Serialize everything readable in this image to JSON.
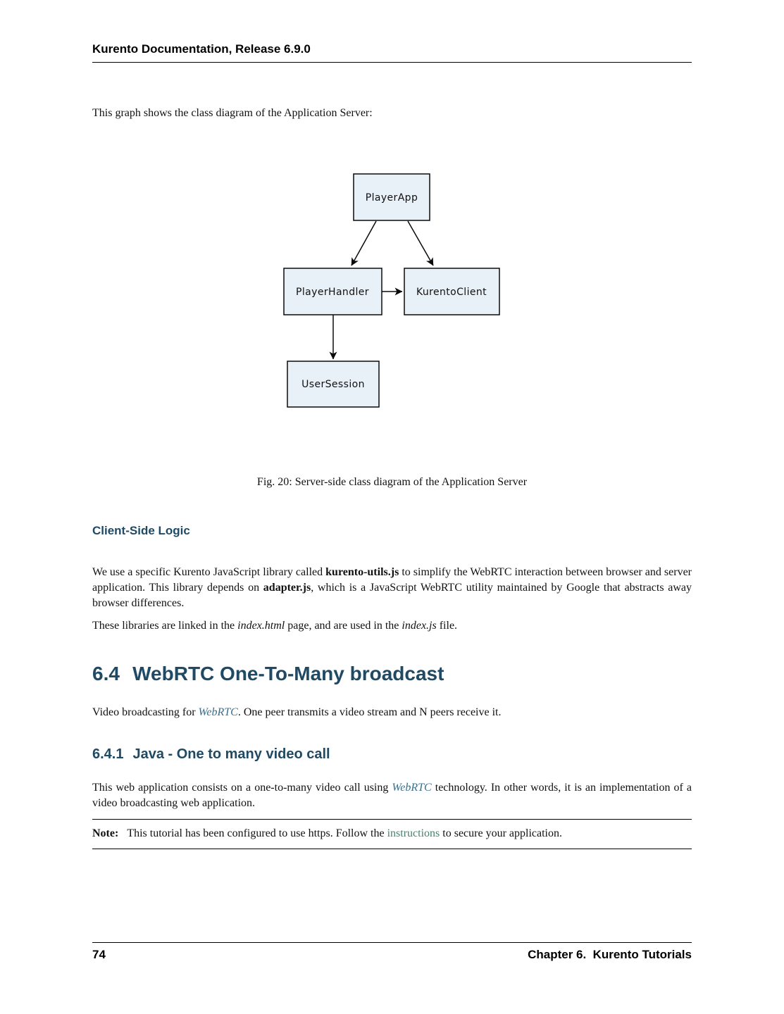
{
  "header": {
    "title": "Kurento Documentation, Release 6.9.0"
  },
  "intro": "This graph shows the class diagram of the Application Server:",
  "diagram": {
    "nodes": {
      "playerapp": "PlayerApp",
      "playerhandler": "PlayerHandler",
      "kurentoclient": "KurentoClient",
      "usersession": "UserSession"
    },
    "edges": [
      "PlayerApp -> PlayerHandler",
      "PlayerApp -> KurentoClient",
      "PlayerHandler -> KurentoClient",
      "PlayerHandler -> UserSession"
    ],
    "box_fill": "#e8f0f8",
    "box_border": "#0a0a0a"
  },
  "caption": "Fig. 20: Server-side class diagram of the Application Server",
  "rubric": "Client-Side Logic",
  "para_libraries": {
    "part1": "We use a specific Kurento JavaScript library called ",
    "bold1": "kurento-utils.js",
    "part2": " to simplify the WebRTC interaction between browser and server application. This library depends on ",
    "bold2": "adapter.js",
    "part3": ", which is a JavaScript WebRTC utility maintained by Google that abstracts away browser differences."
  },
  "para_linked": {
    "part1": "These libraries are linked in the ",
    "italic1": "index.html",
    "part2": " page, and are used in the ",
    "italic2": "index.js",
    "part3": " file."
  },
  "section": {
    "number": "6.4",
    "title": "WebRTC One-To-Many broadcast"
  },
  "para_broadcast": {
    "pre": "Video broadcasting for ",
    "link": "WebRTC",
    "post": ". One peer transmits a video stream and N peers receive it."
  },
  "subsection": {
    "number": "6.4.1",
    "title": "Java - One to many video call"
  },
  "para_app": {
    "pre": "This web application consists on a one-to-many video call using ",
    "link": "WebRTC",
    "post": " technology. In other words, it is an implementation of a video broadcasting web application."
  },
  "note": {
    "label": "Note:",
    "pre": "This tutorial has been configured to use https. Follow the ",
    "link": "instructions",
    "post": " to secure your application."
  },
  "footer": {
    "page_number": "74",
    "chapter_number": "Chapter 6.",
    "chapter_title": "Kurento Tutorials"
  },
  "colors": {
    "heading": "#204a64",
    "external_link": "#39708f",
    "internal_link": "#45826e",
    "node_fill": "#e8f0f8"
  }
}
